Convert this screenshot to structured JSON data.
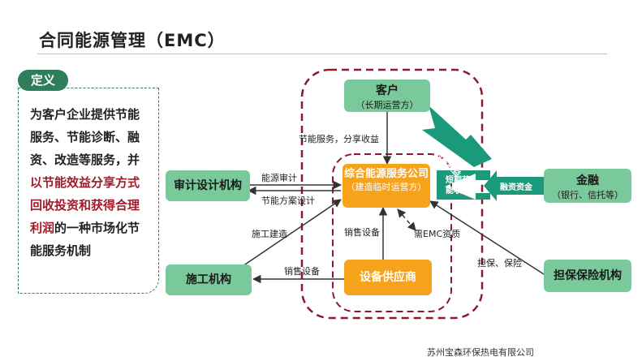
{
  "title": "合同能源管理（EMC）",
  "definition": {
    "tab": "定义",
    "text_before": "为客户企业提供节能服务、节能诊断、融资、改造等服务，并",
    "text_highlight": "以节能效益分享方式回收投资和获得合理利润",
    "text_after": "的一种市场化节能服务机制"
  },
  "nodes": {
    "customer": {
      "title": "客户",
      "sub": "（长期运营方）"
    },
    "emc": {
      "title": "综合能源服务公司",
      "sub": "（建造临时运营方）"
    },
    "audit": {
      "title": "审计设计机构"
    },
    "construction": {
      "title": "施工机构"
    },
    "supplier": {
      "title": "设备供应商"
    },
    "finance": {
      "title": "金融",
      "sub": "（银行、信托等）"
    },
    "guarantee": {
      "title": "担保保险机构"
    }
  },
  "labels": {
    "energy_saving_sharing": "节能服务，分享收益",
    "energy_audit": "能源审计",
    "energy_plan": "节能方案设计",
    "construction_build": "施工建造",
    "sales_equipment_up": "销售设备",
    "sales_equipment_left": "销售设备",
    "emc_funding": "需EMC资质",
    "guarantee_insurance": "担保、保险",
    "long_term_income": "长期节能收益",
    "short_term_income": "短期节能收益",
    "financing": "融资资金"
  },
  "footer": "苏州宝森环保热电有限公司",
  "colors": {
    "accent_green": "#2e7d5b",
    "node_green": "#79c99b",
    "node_orange": "#f7a21b",
    "arrow_teal": "#1a9a7a",
    "dash_red": "#8b1a2b",
    "highlight": "#a01b2a"
  }
}
